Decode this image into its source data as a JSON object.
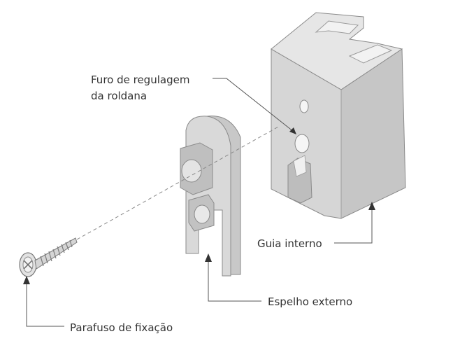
{
  "labels": {
    "furo_line1": "Furo de regulagem",
    "furo_line2": "da roldana",
    "guia_interno": "Guia interno",
    "espelho_externo": "Espelho externo",
    "parafuso": "Parafuso de fixação"
  },
  "colors": {
    "line": "#555555",
    "part_face": "#d9d9d9",
    "part_side": "#c4c4c4",
    "part_top": "#e8e8e8",
    "outline": "#8a8a8a"
  }
}
